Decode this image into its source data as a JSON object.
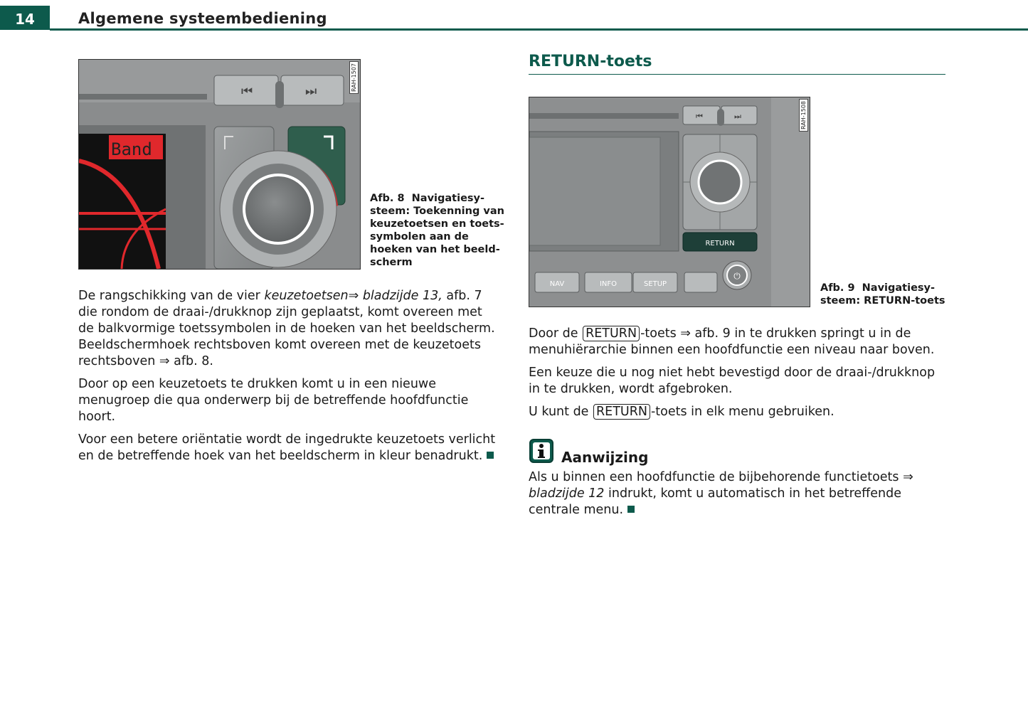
{
  "header": {
    "page_number": "14",
    "title": "Algemene systeembediening"
  },
  "figure8": {
    "code": "RAH-1507",
    "display_text": "Band",
    "caption_label": "Afb. 8",
    "caption_lines": [
      "Navigatiesy-",
      "steem: Toekenning van",
      "keuzetoetsen en toets-",
      "symbolen aan de",
      "hoeken van het beeld-",
      "scherm"
    ]
  },
  "left_text": {
    "p1_a": "De rangschikking van de vier ",
    "p1_em": "keuzetoetsen",
    "p1_arrow": "⇒",
    "p1_ref_em": "bladzijde 13,",
    "p1_b": " afb. 7 die rondom de draai-/drukknop zijn geplaatst, komt overeen met de balkvormige toetssymbolen in de hoeken van het beeldscherm. Beeldschermhoek rechtsboven komt overeen met de keuzetoets rechtsboven ",
    "p1_c": " afb. 8.",
    "p2": "Door op een keuzetoets te drukken komt u in een nieuwe menugroep die qua onderwerp bij de betreffende hoofdfunctie hoort.",
    "p3": "Voor een betere oriëntatie wordt de ingedrukte keuzetoets verlicht en de betreffende hoek van het beeldscherm in kleur benadrukt."
  },
  "section": {
    "title": "RETURN-toets"
  },
  "figure9": {
    "code": "RAH-1508",
    "buttons": [
      "NAV",
      "INFO",
      "SETUP"
    ],
    "return_label": "RETURN",
    "caption_label": "Afb. 9",
    "caption_lines": [
      "Navigatiesy-",
      "steem: RETURN-toets"
    ]
  },
  "right_text": {
    "p1_a": "Door de ",
    "p1_key": "RETURN",
    "p1_b": "-toets ",
    "p1_arrow": "⇒",
    "p1_c": " afb. 9 in te drukken springt u in de menuhiërarchie binnen een hoofdfunctie een niveau naar boven.",
    "p2": "Een keuze die u nog niet hebt bevestigd door de draai-/drukknop in te drukken, wordt afgebroken.",
    "p3_a": "U kunt de ",
    "p3_key": "RETURN",
    "p3_b": "-toets in elk menu gebruiken."
  },
  "note": {
    "title": "Aanwijzing",
    "text_a": "Als u binnen een hoofdfunctie de bijbehorende functietoets ",
    "arrow": "⇒",
    "ref_em": "bladzijde 12",
    "text_b": " indrukt, komt u automatisch in het betreffende centrale menu."
  },
  "colors": {
    "accent": "#0d5a4c",
    "highlight_red": "#e0282c"
  }
}
